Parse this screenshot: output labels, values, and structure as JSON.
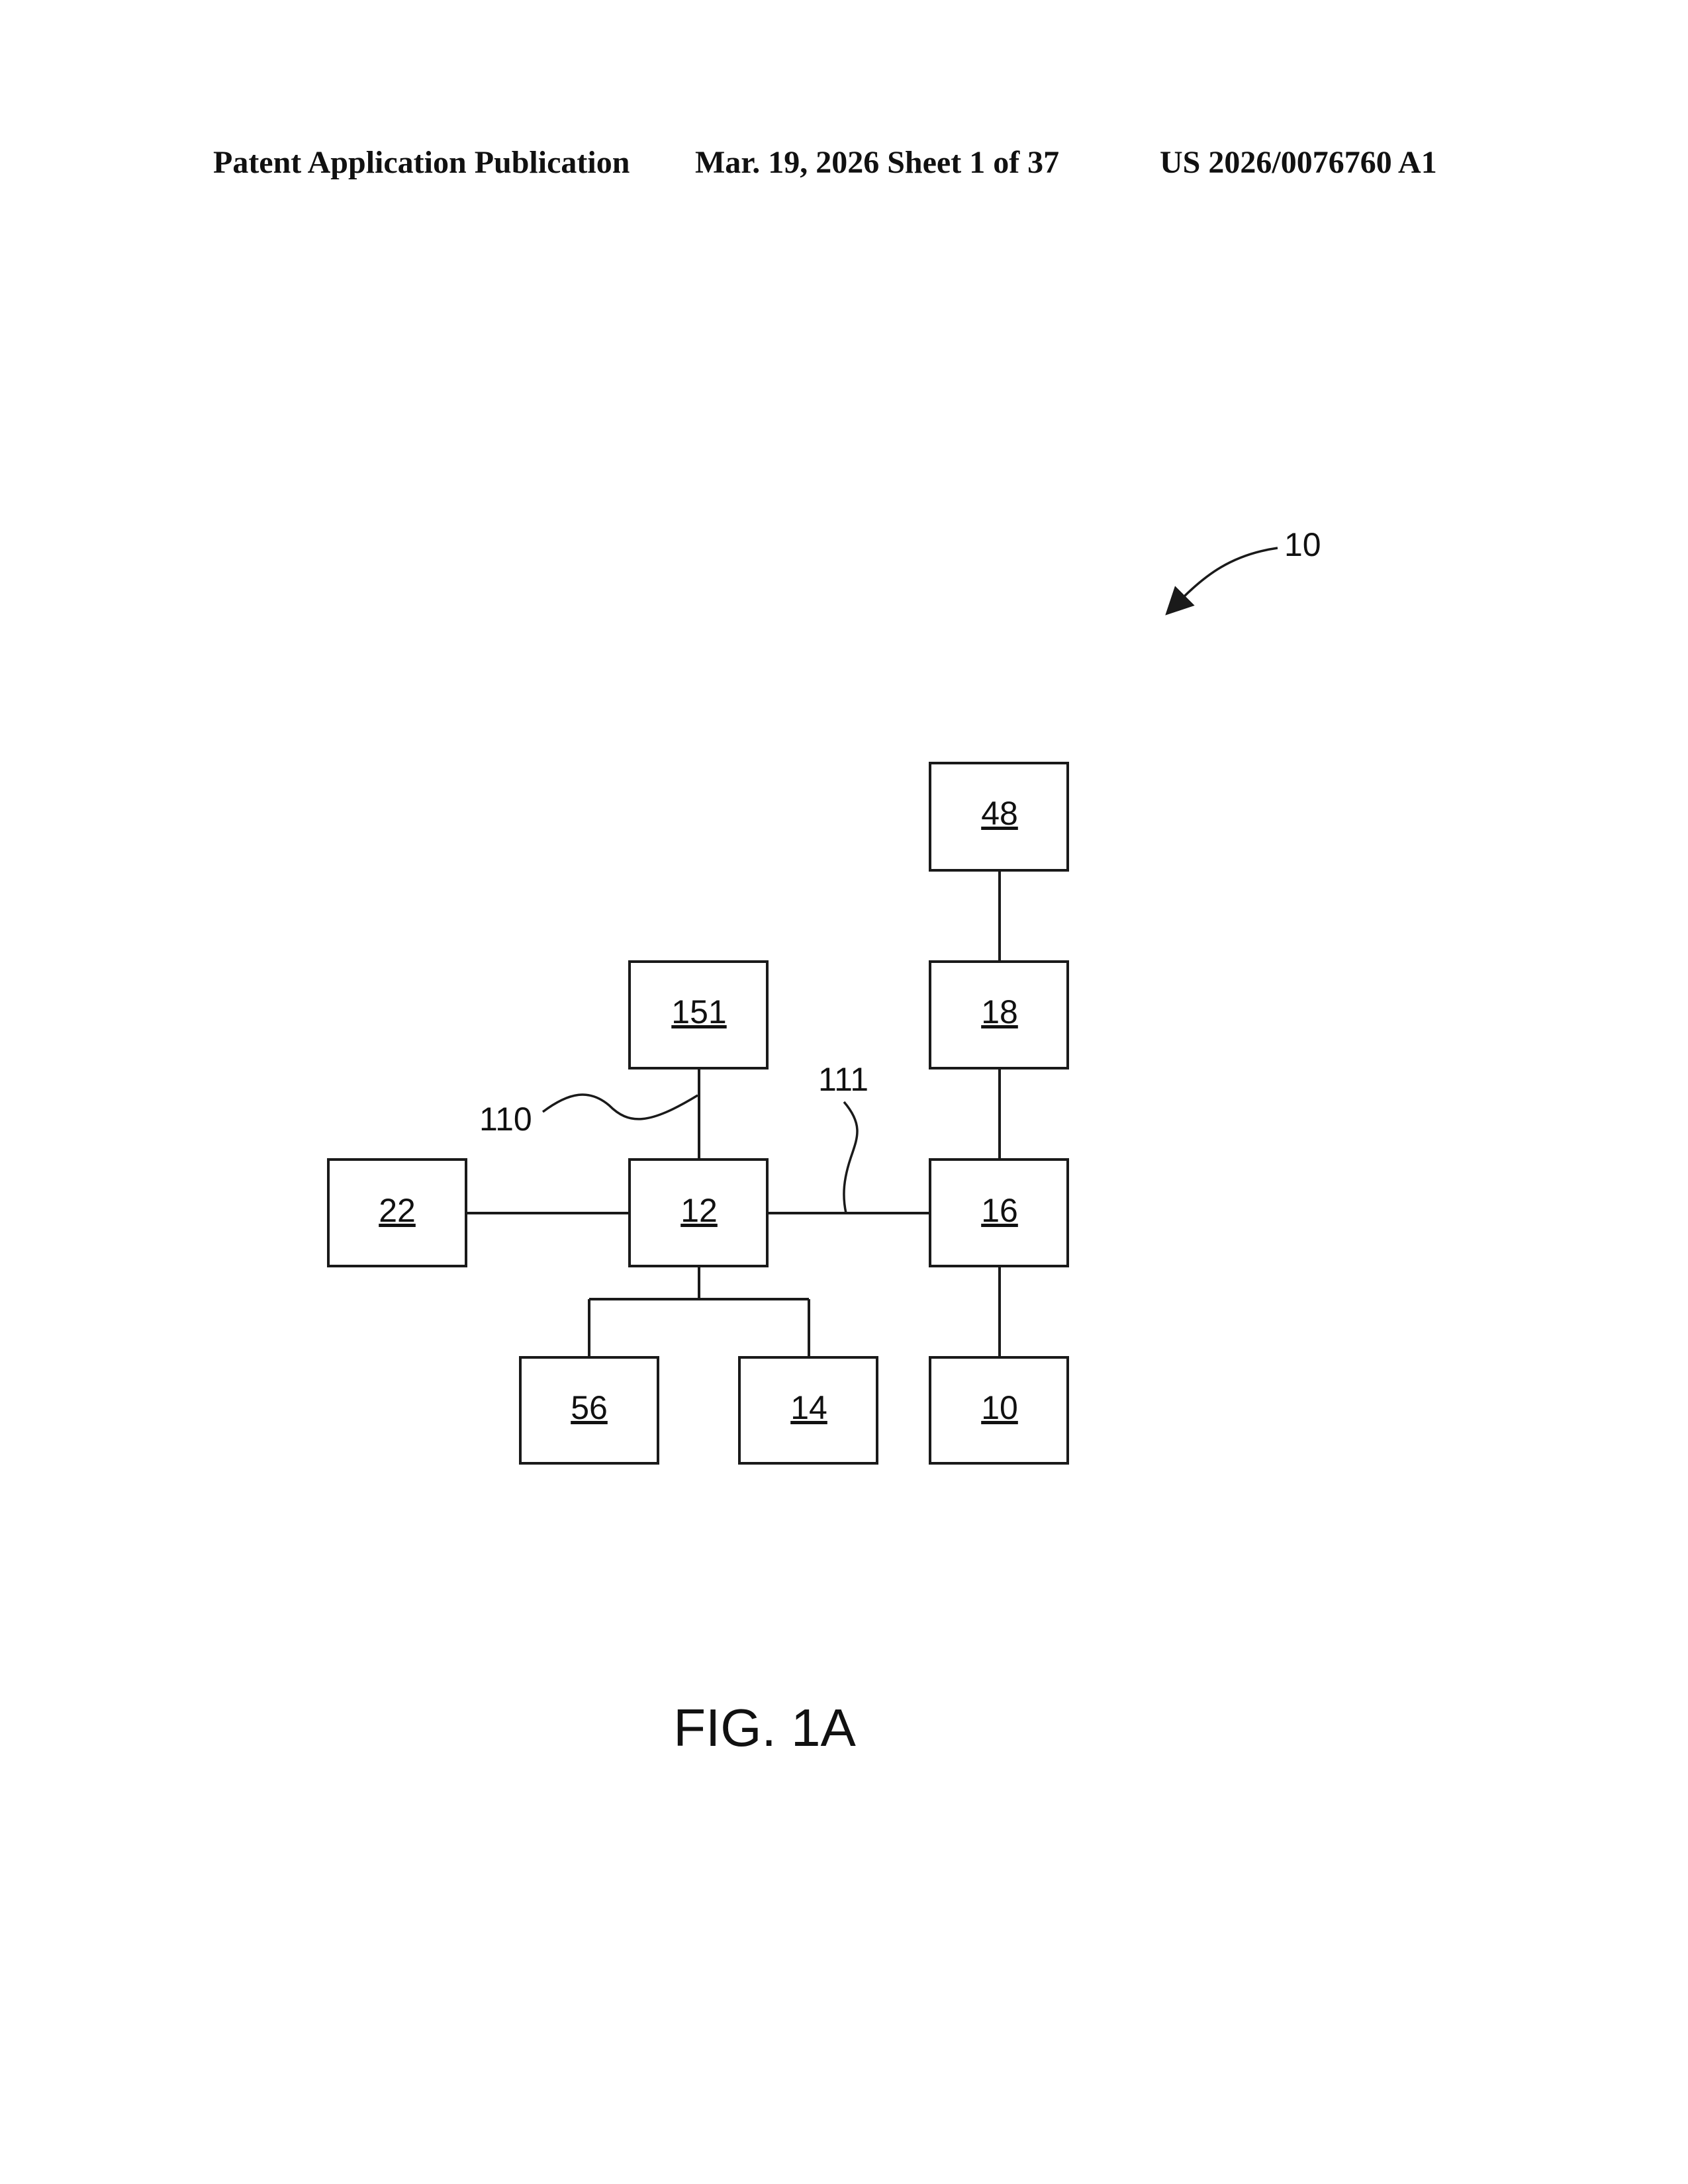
{
  "header": {
    "left": "Patent Application Publication",
    "middle": "Mar. 19, 2026  Sheet 1 of 37",
    "right": "US 2026/0076760 A1"
  },
  "figure": {
    "caption": "FIG. 1A",
    "overall_ref": "10",
    "boxes": {
      "b48": "48",
      "b151": "151",
      "b18": "18",
      "b22": "22",
      "b12": "12",
      "b16": "16",
      "b56": "56",
      "b14": "14",
      "b10": "10"
    },
    "line_refs": {
      "r110": "110",
      "r111": "111"
    }
  }
}
